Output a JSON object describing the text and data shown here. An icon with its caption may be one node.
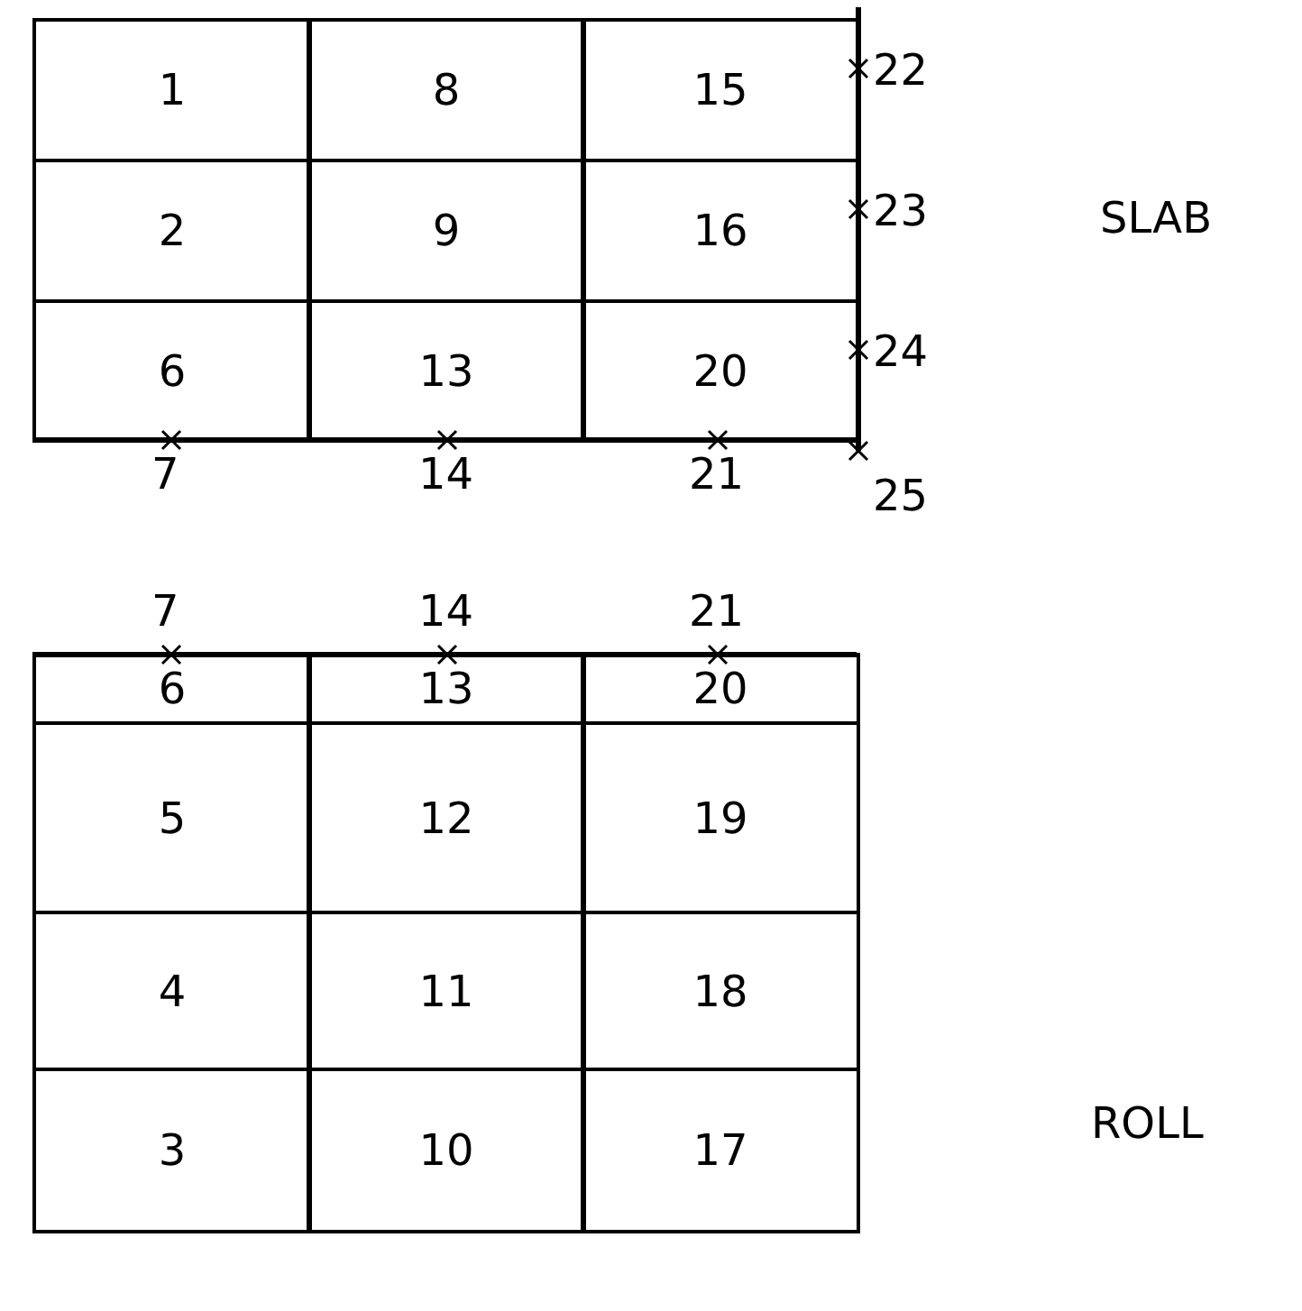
{
  "diagram": {
    "nodes": [
      {
        "text": [
          "1"
        ]
      },
      {
        "text": [
          "8"
        ]
      },
      {
        "text": [
          "15"
        ]
      },
      {
        "text": [
          "2"
        ]
      },
      {
        "text": [
          "9"
        ]
      },
      {
        "text": [
          "16"
        ]
      },
      {
        "text": [
          "6"
        ]
      },
      {
        "text": [
          "13"
        ]
      },
      {
        "text": [
          "20"
        ]
      },
      {
        "text": [
          "6"
        ]
      },
      {
        "text": [
          "13"
        ]
      },
      {
        "text": [
          "20"
        ]
      },
      {
        "text": [
          "5"
        ]
      },
      {
        "text": [
          "12"
        ]
      },
      {
        "text": [
          "19"
        ]
      },
      {
        "text": [
          "4"
        ]
      },
      {
        "text": [
          "11"
        ]
      },
      {
        "text": [
          "18"
        ]
      },
      {
        "text": [
          "3"
        ]
      },
      {
        "text": [
          "10"
        ]
      },
      {
        "text": [
          "17"
        ]
      }
    ],
    "edges": [],
    "labels": [
      "22",
      "23",
      "SLAB",
      "24",
      "7",
      "14",
      "21",
      "25",
      "7",
      "14",
      "21",
      "ROLL"
    ]
  }
}
